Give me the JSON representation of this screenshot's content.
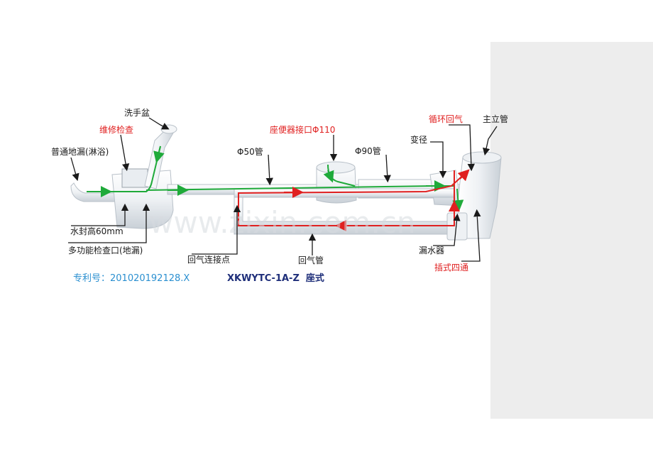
{
  "labels": {
    "basin": "洗手盆",
    "repair_check": "维修检查",
    "floor_drain": "普通地漏(淋浴)",
    "toilet_inlet": "座便器接口Φ110",
    "pipe_50": "Φ50管",
    "pipe_90": "Φ90管",
    "reducer": "变径",
    "circulating_air": "循环回气",
    "main_stack": "主立管",
    "water_seal": "水封高60mm",
    "multi_check": "多功能检查口(地漏)",
    "return_joint": "回气连接点",
    "return_pipe": "回气管",
    "leak_device": "漏水器",
    "four_way": "插式四通"
  },
  "watermark": "www.zixin.com.cn",
  "patent": "专利号：201020192128.X",
  "model": "XKWYTC-1A-Z  座式",
  "colors": {
    "black_label": "#1a1a1a",
    "red_label": "#e02020",
    "flow_green": "#1faa3a",
    "flow_red": "#e02020",
    "patent_blue": "#2a8fd0",
    "model_navy": "#1f2f7a",
    "pipe_fill": "#f4f6f8",
    "pipe_edge": "#b9c1c9"
  }
}
